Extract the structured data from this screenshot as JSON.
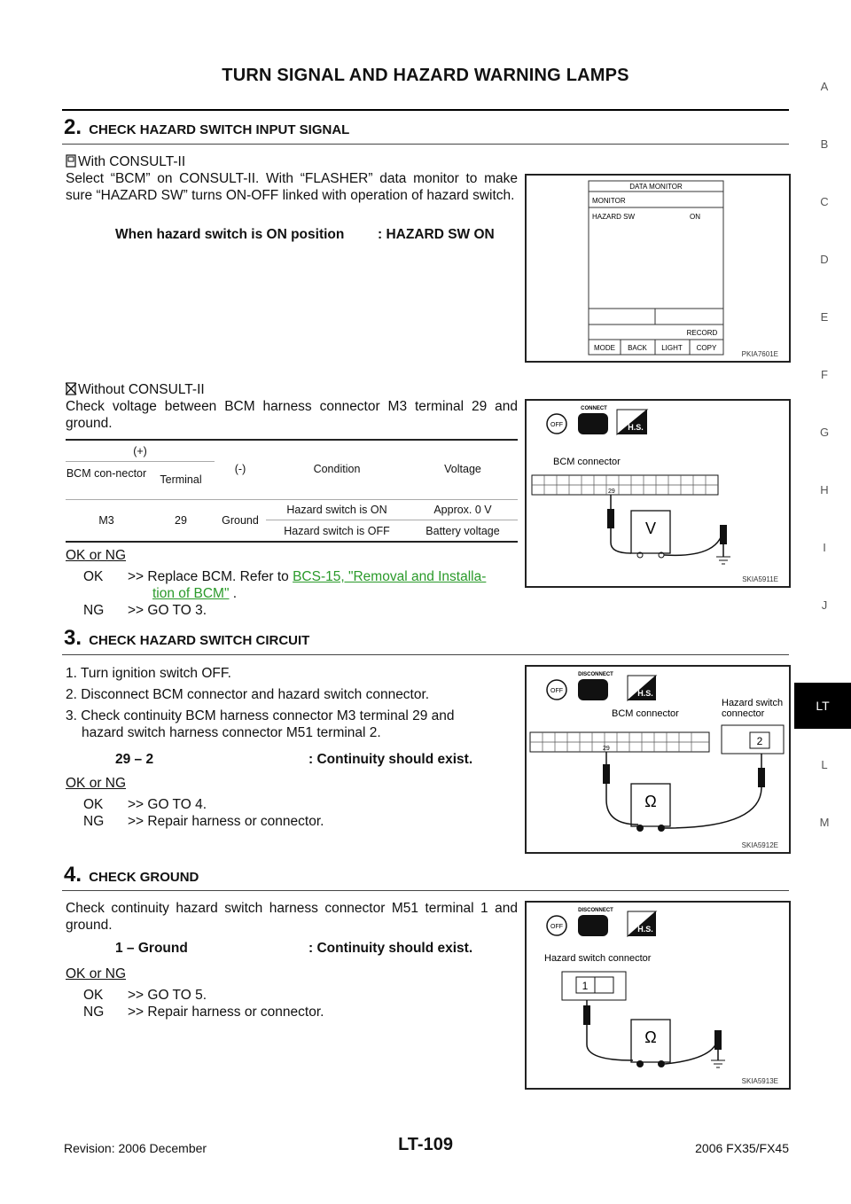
{
  "header": {
    "title": "TURN SIGNAL AND HAZARD WARNING LAMPS"
  },
  "side_index": {
    "letters": [
      "A",
      "B",
      "C",
      "D",
      "E",
      "F",
      "G",
      "H",
      "I",
      "J",
      "L",
      "M"
    ],
    "active": "LT"
  },
  "section2": {
    "number": "2.",
    "title": "CHECK HAZARD SWITCH INPUT SIGNAL",
    "with_label": "With CONSULT-II",
    "with_text": "Select “BCM” on CONSULT-II. With “FLASHER” data monitor to make sure “HAZARD SW” turns ON-OFF linked with operation of hazard switch.",
    "spec_left": "When hazard switch is ON position",
    "spec_right": ": HAZARD SW ON",
    "without_label": "Without CONSULT-II",
    "without_text": "Check voltage between BCM harness connector M3 terminal 29 and ground.",
    "table": {
      "plus": "(+)",
      "col_connector": "BCM con-nector",
      "col_terminal": "Terminal",
      "minus": "(-)",
      "col_condition": "Condition",
      "col_voltage": "Voltage",
      "row_connector": "M3",
      "row_terminal": "29",
      "row_minus": "Ground",
      "cond1": "Hazard switch is ON",
      "volt1": "Approx. 0 V",
      "cond2": "Hazard switch is OFF",
      "volt2": "Battery voltage"
    },
    "okng": "OK or NG",
    "ok_label": "OK",
    "ok_text": ">> Replace BCM. Refer to",
    "ok_link1": "BCS-15, \"Removal and Installa-",
    "ok_link2": "tion of BCM\"",
    "ok_end": " .",
    "ng_label": "NG",
    "ng_text": ">> GO TO 3."
  },
  "fig1": {
    "rows": [
      "DATA MONITOR",
      "MONITOR",
      "HAZARD SW",
      "ON",
      "RECORD"
    ],
    "buttons": [
      "MODE",
      "BACK",
      "LIGHT",
      "COPY"
    ],
    "code": "PKIA7601E"
  },
  "fig2": {
    "connect": "CONNECT",
    "hs": "H.S.",
    "off": "OFF",
    "label": "BCM connector",
    "pin": "29",
    "meter": "V",
    "code": "SKIA5911E"
  },
  "section3": {
    "number": "3.",
    "title": "CHECK HAZARD SWITCH CIRCUIT",
    "steps": [
      "1. Turn ignition switch OFF.",
      "2. Disconnect BCM connector and hazard switch connector.",
      "3. Check continuity BCM harness connector M3 terminal 29 and",
      "hazard switch harness connector M51 terminal 2."
    ],
    "spec_left": "29 – 2",
    "spec_right": ": Continuity should exist.",
    "okng": "OK or NG",
    "ok_label": "OK",
    "ok_text": ">> GO TO 4.",
    "ng_label": "NG",
    "ng_text": ">> Repair harness or connector."
  },
  "fig3": {
    "disconnect": "DISCONNECT",
    "hs": "H.S.",
    "off": "OFF",
    "label1": "BCM connector",
    "label2a": "Hazard switch",
    "label2b": "connector",
    "pin1": "29",
    "pin2": "2",
    "meter": "Ω",
    "code": "SKIA5912E"
  },
  "section4": {
    "number": "4.",
    "title": "CHECK GROUND",
    "text": "Check continuity hazard switch harness connector M51 terminal 1 and ground.",
    "spec_left": "1 – Ground",
    "spec_right": ": Continuity should exist.",
    "okng": "OK or NG",
    "ok_label": "OK",
    "ok_text": ">> GO TO 5.",
    "ng_label": "NG",
    "ng_text": ">> Repair harness or connector."
  },
  "fig4": {
    "disconnect": "DISCONNECT",
    "hs": "H.S.",
    "off": "OFF",
    "label": "Hazard switch connector",
    "pin": "1",
    "meter": "Ω",
    "code": "SKIA5913E"
  },
  "footer": {
    "left": "Revision: 2006 December",
    "center": "LT-109",
    "right": "2006 FX35/FX45"
  }
}
